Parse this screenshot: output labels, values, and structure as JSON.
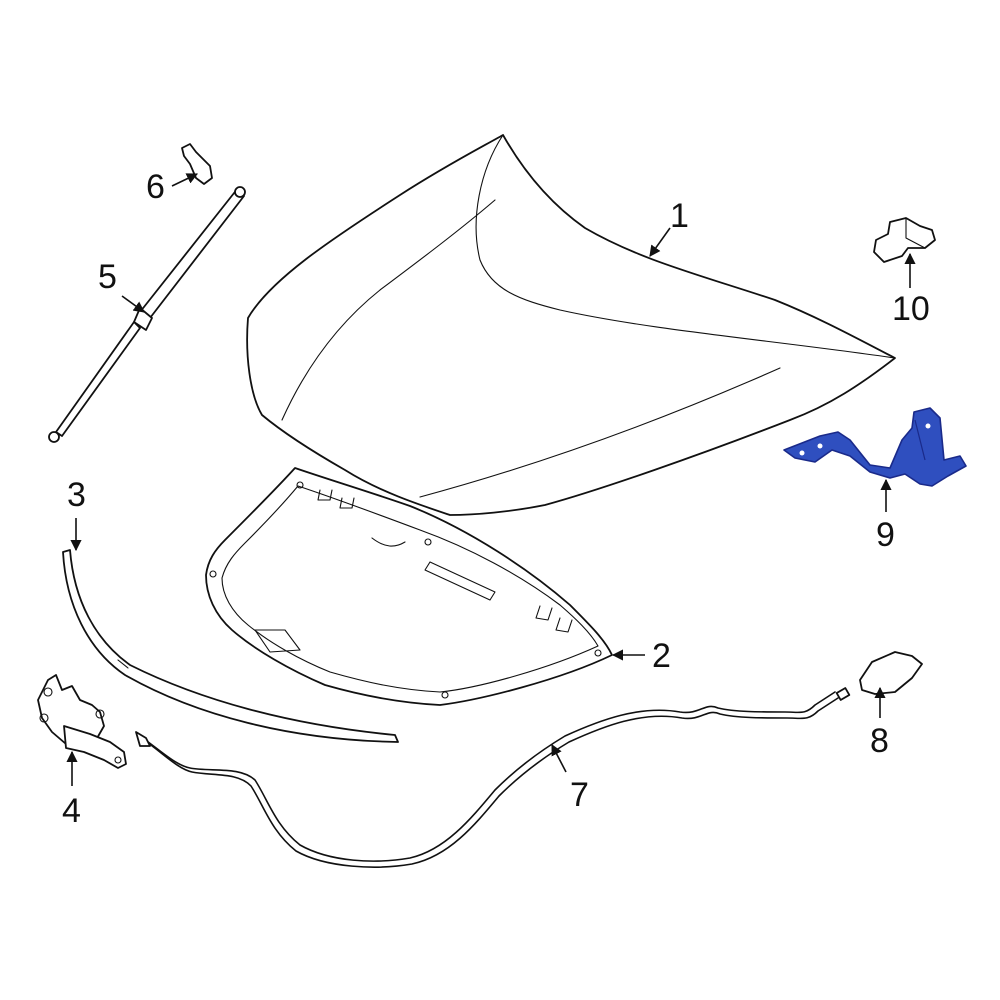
{
  "colors": {
    "line": "#111111",
    "background": "#ffffff",
    "highlight_fill": "#2f4fbf",
    "highlight_stroke": "#1a2a8a"
  },
  "callouts": {
    "c1": "1",
    "c2": "2",
    "c3": "3",
    "c4": "4",
    "c5": "5",
    "c6": "6",
    "c7": "7",
    "c8": "8",
    "c9": "9",
    "c10": "10"
  },
  "highlighted_part": "9"
}
